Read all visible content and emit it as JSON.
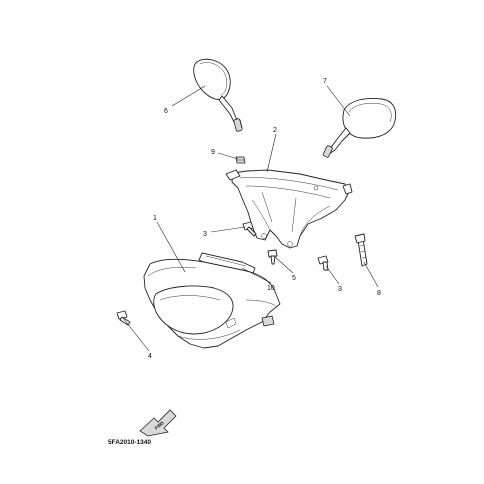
{
  "callouts": [
    {
      "id": "1",
      "label": "1"
    },
    {
      "id": "2",
      "label": "2"
    },
    {
      "id": "3a",
      "label": "3"
    },
    {
      "id": "3b",
      "label": "3"
    },
    {
      "id": "4",
      "label": "4"
    },
    {
      "id": "5",
      "label": "5"
    },
    {
      "id": "6",
      "label": "6"
    },
    {
      "id": "7",
      "label": "7"
    },
    {
      "id": "8",
      "label": "8"
    },
    {
      "id": "9",
      "label": "9"
    },
    {
      "id": "10",
      "label": "10"
    }
  ],
  "diagram_code": "5FA2010-1340",
  "fwd_label": "FWD"
}
